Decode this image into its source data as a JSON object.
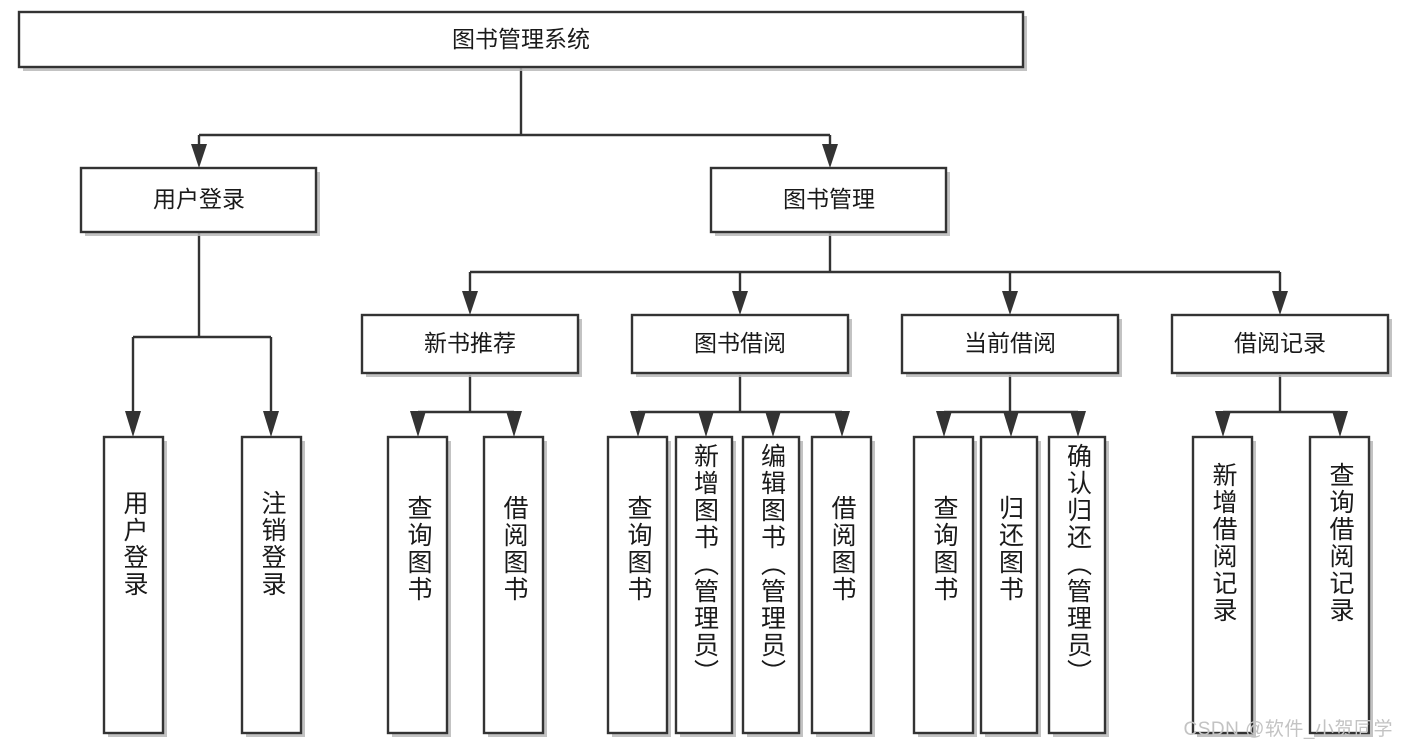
{
  "diagram": {
    "type": "tree-hierarchy",
    "title": "图书管理系统",
    "watermark": "CSDN @软件_小贺同学",
    "colors": {
      "box_stroke": "#333333",
      "box_fill": "#ffffff",
      "shadow": "#b8b8b8",
      "text": "#1a1a1a",
      "watermark": "#c3c3c3",
      "background": "#ffffff"
    },
    "root": {
      "id": "root",
      "label": "图书管理系统",
      "orientation": "horizontal"
    },
    "level2": [
      {
        "id": "user-login",
        "label": "用户登录",
        "orientation": "horizontal"
      },
      {
        "id": "book-manage",
        "label": "图书管理",
        "orientation": "horizontal"
      }
    ],
    "level3": [
      {
        "id": "new-book-recommend",
        "label": "新书推荐",
        "orientation": "horizontal",
        "parent": "book-manage"
      },
      {
        "id": "book-borrow",
        "label": "图书借阅",
        "orientation": "horizontal",
        "parent": "book-manage"
      },
      {
        "id": "current-borrow",
        "label": "当前借阅",
        "orientation": "horizontal",
        "parent": "book-manage"
      },
      {
        "id": "borrow-record",
        "label": "借阅记录",
        "orientation": "horizontal",
        "parent": "book-manage"
      }
    ],
    "leaves": [
      {
        "id": "leaf-user-login",
        "label": "用户登录",
        "orientation": "vertical",
        "parent": "user-login"
      },
      {
        "id": "leaf-user-logout",
        "label": "注销登录",
        "orientation": "vertical",
        "parent": "user-login"
      },
      {
        "id": "leaf-query-book-1",
        "label": "查询图书",
        "orientation": "vertical",
        "parent": "new-book-recommend"
      },
      {
        "id": "leaf-borrow-book-1",
        "label": "借阅图书",
        "orientation": "vertical",
        "parent": "new-book-recommend"
      },
      {
        "id": "leaf-query-book-2",
        "label": "查询图书",
        "orientation": "vertical",
        "parent": "book-borrow"
      },
      {
        "id": "leaf-add-book",
        "label": "新增图书（管理员）",
        "orientation": "vertical",
        "parent": "book-borrow"
      },
      {
        "id": "leaf-edit-book",
        "label": "编辑图书（管理员）",
        "orientation": "vertical",
        "parent": "book-borrow"
      },
      {
        "id": "leaf-borrow-book-2",
        "label": "借阅图书",
        "orientation": "vertical",
        "parent": "book-borrow"
      },
      {
        "id": "leaf-query-book-3",
        "label": "查询图书",
        "orientation": "vertical",
        "parent": "current-borrow"
      },
      {
        "id": "leaf-return-book",
        "label": "归还图书",
        "orientation": "vertical",
        "parent": "current-borrow"
      },
      {
        "id": "leaf-confirm-return",
        "label": "确认归还（管理员）",
        "orientation": "vertical",
        "parent": "current-borrow"
      },
      {
        "id": "leaf-add-record",
        "label": "新增借阅记录",
        "orientation": "vertical",
        "parent": "borrow-record"
      },
      {
        "id": "leaf-query-record",
        "label": "查询借阅记录",
        "orientation": "vertical",
        "parent": "borrow-record"
      }
    ]
  }
}
